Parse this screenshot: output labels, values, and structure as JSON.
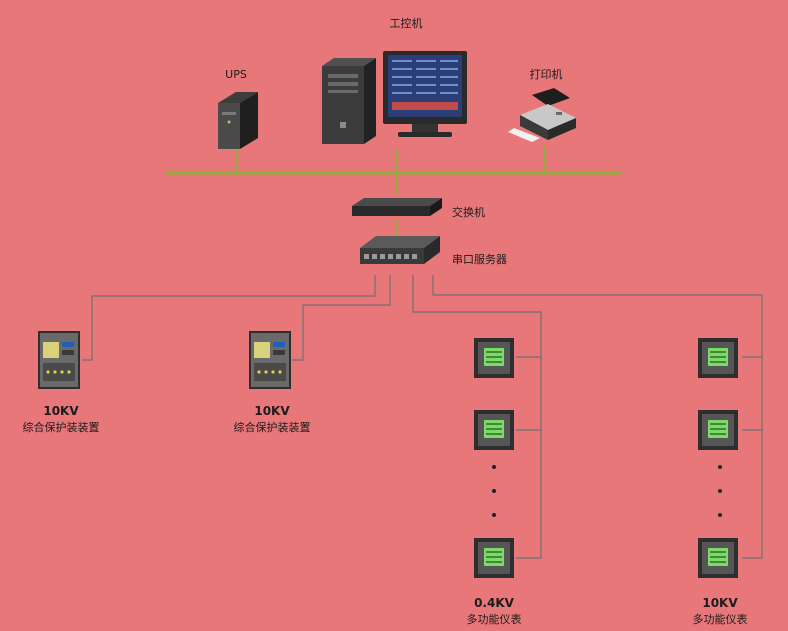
{
  "diagram": {
    "colors": {
      "background": "#e8777a",
      "bus_line": "#8fae3a",
      "wire": "#707070"
    },
    "nodes": {
      "ups": {
        "label": "UPS"
      },
      "workstation": {
        "label": "工控机"
      },
      "printer": {
        "label": "打印机"
      },
      "switch": {
        "label": "交换机"
      },
      "serial_server": {
        "label": "串口服务器"
      },
      "protection_a": {
        "title": "10KV",
        "subtitle": "综合保护装装置"
      },
      "protection_b": {
        "title": "10KV",
        "subtitle": "综合保护装装置"
      },
      "meters_low": {
        "title": "0.4KV",
        "subtitle": "多功能仪表"
      },
      "meters_high": {
        "title": "10KV",
        "subtitle": "多功能仪表"
      }
    }
  }
}
